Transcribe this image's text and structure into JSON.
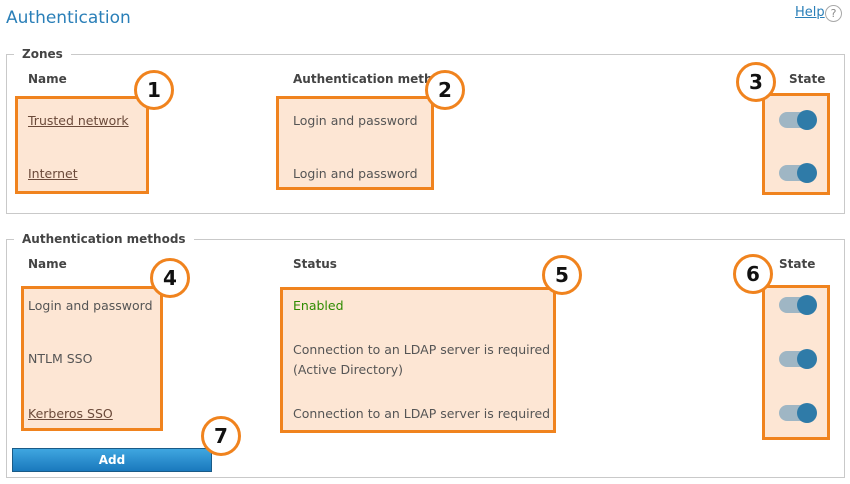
{
  "page": {
    "title": "Authentication",
    "help_label": "Help",
    "help_icon": "?"
  },
  "zones": {
    "legend": "Zones",
    "columns": {
      "name": "Name",
      "auth_method": "Authentication meth",
      "state": "State"
    },
    "rows": [
      {
        "name": "Trusted network",
        "method": "Login and password",
        "enabled": true
      },
      {
        "name": "Internet",
        "method": "Login and password",
        "enabled": true
      }
    ]
  },
  "methods": {
    "legend": "Authentication methods",
    "columns": {
      "name": "Name",
      "status": "Status",
      "state": "State"
    },
    "rows": [
      {
        "name": "Login and password",
        "status": "Enabled",
        "enabled": true
      },
      {
        "name": "NTLM SSO",
        "status": "Connection to an LDAP server is required (Active Directory)",
        "enabled": true
      },
      {
        "name": "Kerberos SSO",
        "status": "Connection to an LDAP server is required",
        "enabled": true
      }
    ],
    "add_label": "Add"
  },
  "badges": [
    "1",
    "2",
    "3",
    "4",
    "5",
    "6",
    "7"
  ],
  "colors": {
    "accent": "#2a7fb8",
    "highlight": "#f0831e",
    "enabled_text": "#2e8b00",
    "toggle_knob": "#2f7ba8"
  },
  "icons": {
    "help": "help-circle-icon",
    "toggle": "toggle-switch-icon"
  }
}
